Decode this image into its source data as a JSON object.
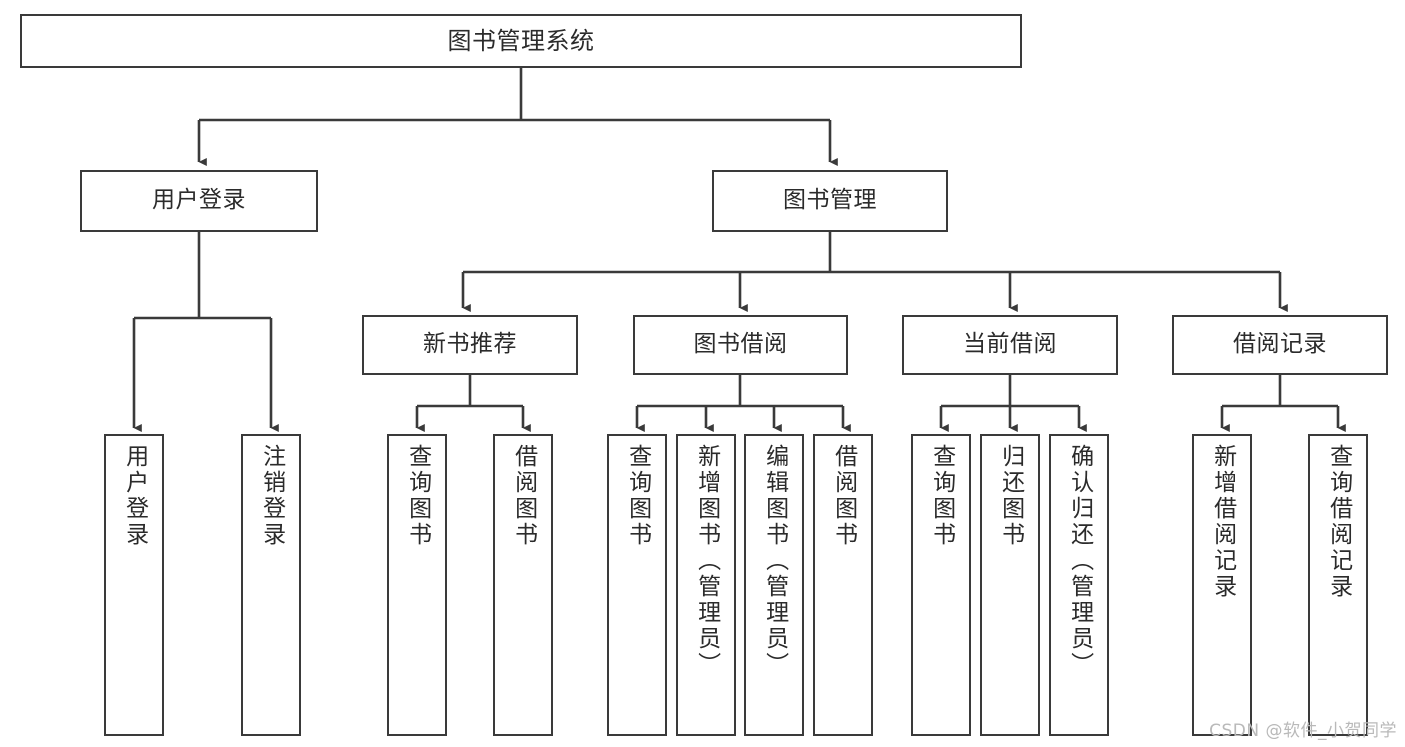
{
  "diagram": {
    "title": "图书管理系统",
    "watermark": "CSDN @软件_小贺同学",
    "line_color": "#3a3a3a",
    "text_color": "#2b2b2b",
    "background_color": "#ffffff",
    "nodes": {
      "root": {
        "label": "图书管理系统"
      },
      "level2": [
        {
          "id": "user-login",
          "label": "用户登录"
        },
        {
          "id": "book-management",
          "label": "图书管理"
        }
      ],
      "level3": [
        {
          "id": "new-book-recommend",
          "label": "新书推荐"
        },
        {
          "id": "book-borrow",
          "label": "图书借阅"
        },
        {
          "id": "current-borrow",
          "label": "当前借阅"
        },
        {
          "id": "borrow-record",
          "label": "借阅记录"
        }
      ],
      "leaves": [
        {
          "id": "leaf-user-login",
          "label": "用户登录",
          "parent": "user-login"
        },
        {
          "id": "leaf-logout-login",
          "label": "注销登录",
          "parent": "user-login"
        },
        {
          "id": "leaf-query-book-1",
          "label": "查询图书",
          "parent": "new-book-recommend"
        },
        {
          "id": "leaf-borrow-book-1",
          "label": "借阅图书",
          "parent": "new-book-recommend"
        },
        {
          "id": "leaf-query-book-2",
          "label": "查询图书",
          "parent": "book-borrow"
        },
        {
          "id": "leaf-add-book",
          "label": "新增图书（管理员）",
          "parent": "book-borrow"
        },
        {
          "id": "leaf-edit-book",
          "label": "编辑图书（管理员）",
          "parent": "book-borrow"
        },
        {
          "id": "leaf-borrow-book-2",
          "label": "借阅图书",
          "parent": "book-borrow"
        },
        {
          "id": "leaf-query-book-3",
          "label": "查询图书",
          "parent": "current-borrow"
        },
        {
          "id": "leaf-return-book",
          "label": "归还图书",
          "parent": "current-borrow"
        },
        {
          "id": "leaf-confirm-return",
          "label": "确认归还（管理员）",
          "parent": "current-borrow"
        },
        {
          "id": "leaf-add-record",
          "label": "新增借阅记录",
          "parent": "borrow-record"
        },
        {
          "id": "leaf-query-record",
          "label": "查询借阅记录",
          "parent": "borrow-record"
        }
      ]
    }
  }
}
